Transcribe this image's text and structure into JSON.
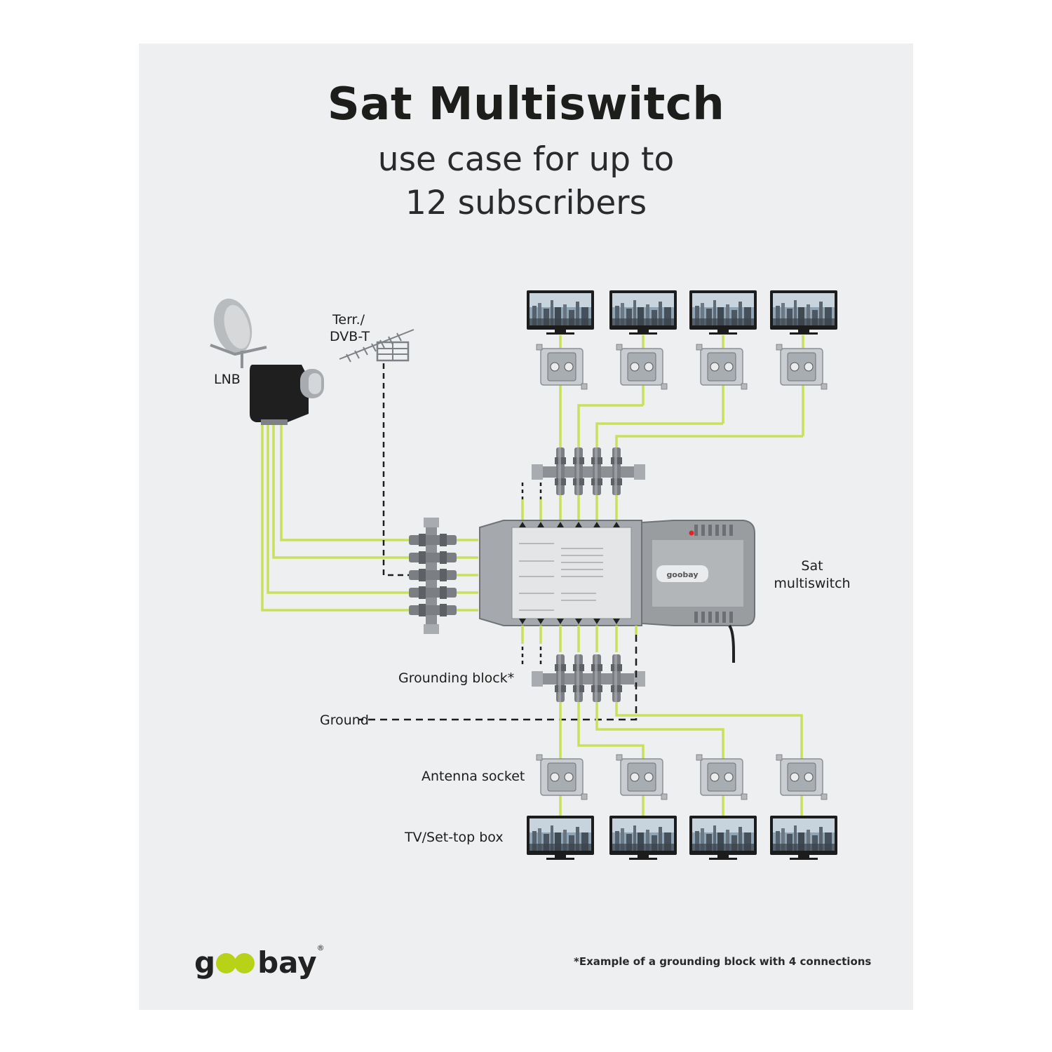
{
  "title": "Sat Multiswitch",
  "subtitle_line1": "use case for up to",
  "subtitle_line2": "12 subscribers",
  "labels": {
    "lnb": "LNB",
    "terr": "Terr./",
    "dvbt": "DVB-T",
    "sat_line1": "Sat",
    "sat_line2": "multiswitch",
    "grounding_block": "Grounding block*",
    "ground": "Ground",
    "antenna_socket": "Antenna socket",
    "tv_settop": "TV/Set-top box"
  },
  "brand": {
    "logo_left": "g",
    "logo_right": "bay",
    "registered": "®",
    "device_logo": "goobay"
  },
  "footnote": "*Example of a grounding block with 4 connections",
  "colors": {
    "cable": "#c8e05a",
    "accent": "#b8d317",
    "panel_bg": "#edeff1",
    "device": "#9a9da0",
    "dark": "#1d1d1b"
  },
  "icons": [
    "satellite-dish-icon",
    "lnb-icon",
    "terrestrial-antenna-icon",
    "tv-icon",
    "antenna-socket-icon",
    "grounding-block-icon",
    "multiswitch-icon"
  ]
}
